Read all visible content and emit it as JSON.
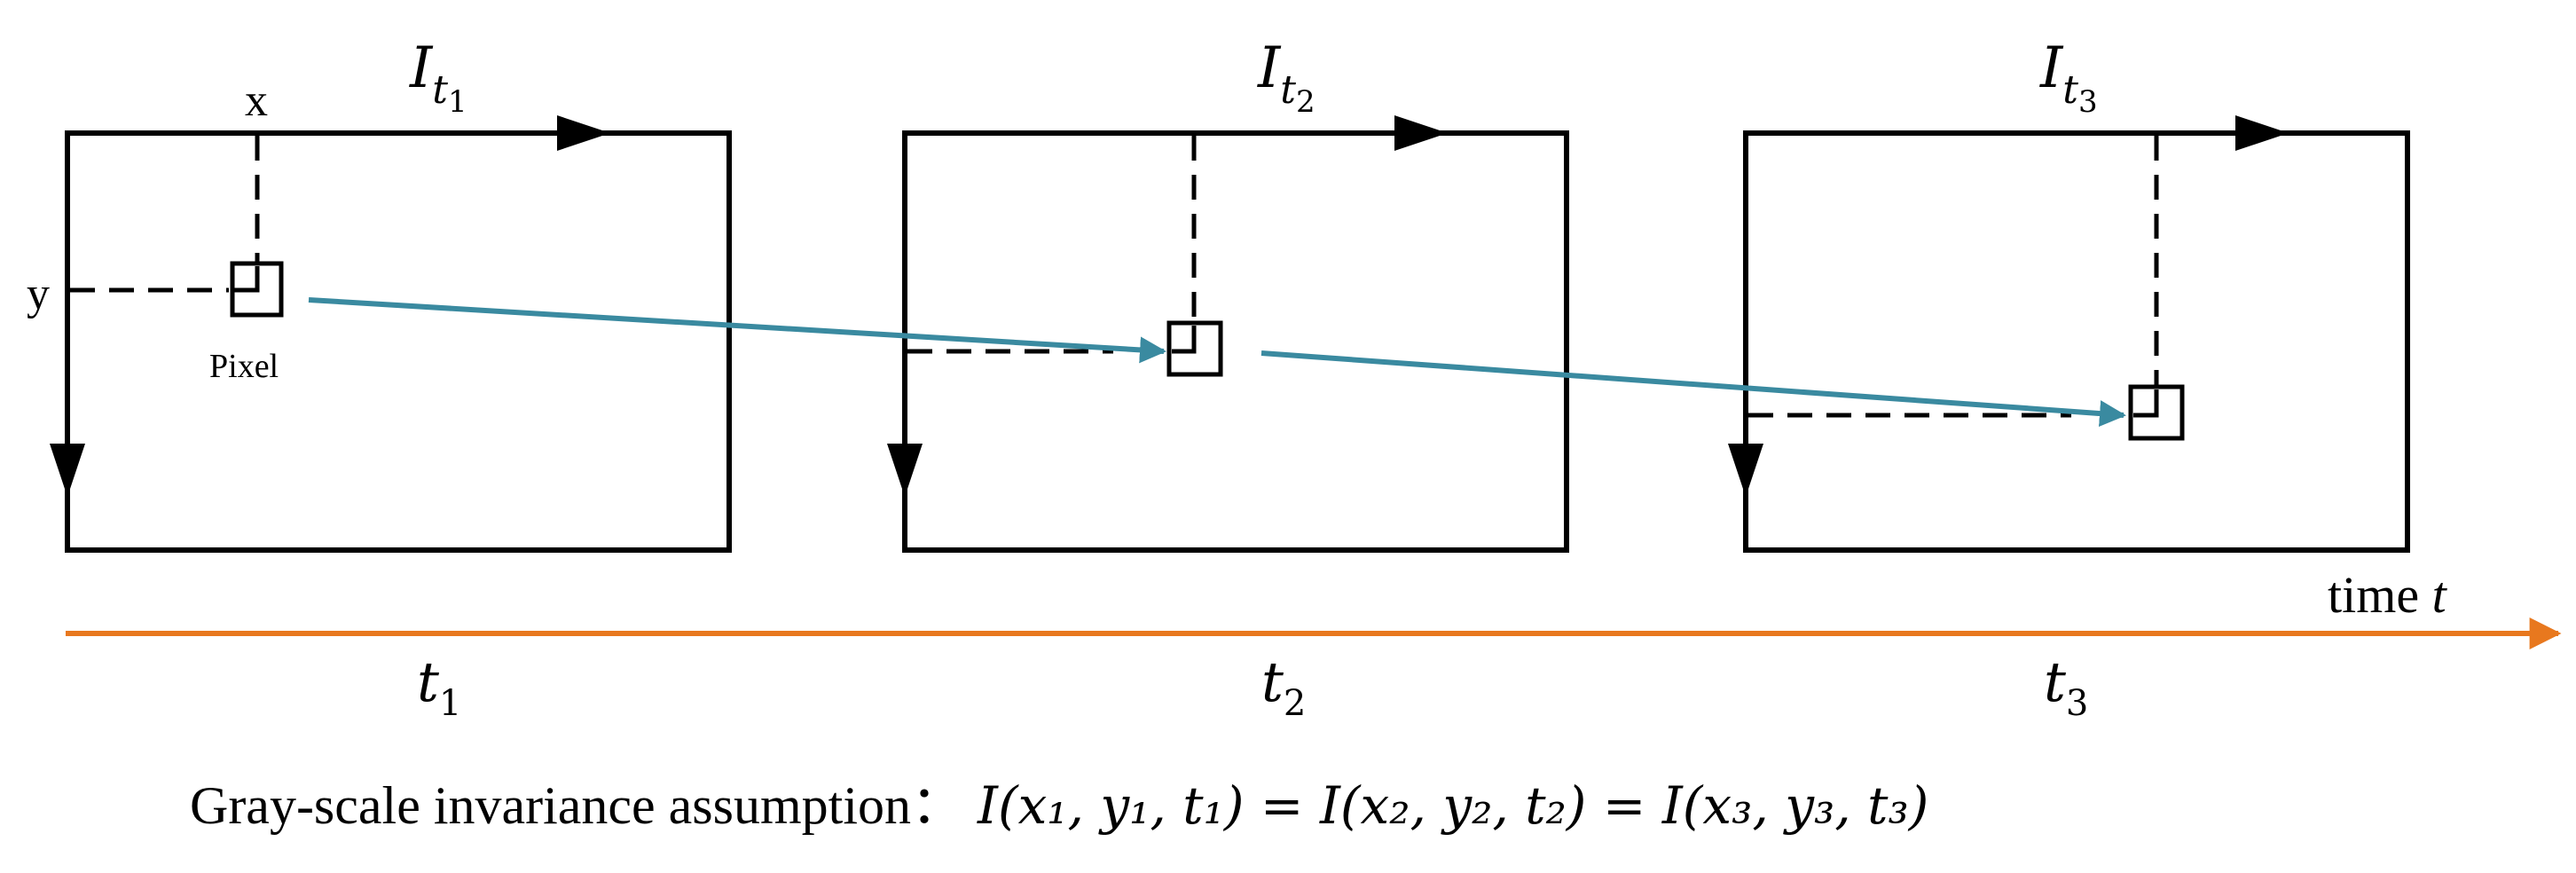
{
  "colors": {
    "frame": "#000000",
    "flow_arrow": "#3a8aa0",
    "time_axis": "#e8781e",
    "background": "#ffffff"
  },
  "frames": [
    {
      "id": "frame-1",
      "title_base": "I",
      "title_sub": "t",
      "title_subsub": "1",
      "time_base": "t",
      "time_sub": "1",
      "x_label": "x",
      "y_label": "y",
      "pixel_label": "Pixel"
    },
    {
      "id": "frame-2",
      "title_base": "I",
      "title_sub": "t",
      "title_subsub": "2",
      "time_base": "t",
      "time_sub": "2"
    },
    {
      "id": "frame-3",
      "title_base": "I",
      "title_sub": "t",
      "title_subsub": "3",
      "time_base": "t",
      "time_sub": "3"
    }
  ],
  "time_axis": {
    "label_text": "time ",
    "label_var": "t"
  },
  "equation": {
    "prefix": "Gray-scale invariance assumption：",
    "formula_display": "I(x₁, y₁, t₁) = I(x₂, y₂, t₂) = I(x₃, y₃, t₃)",
    "terms": [
      {
        "x": "x",
        "x_sub": "1",
        "y": "y",
        "y_sub": "1",
        "t": "t",
        "t_sub": "1"
      },
      {
        "x": "x",
        "x_sub": "2",
        "y": "y",
        "y_sub": "2",
        "t": "t",
        "t_sub": "2"
      },
      {
        "x": "x",
        "x_sub": "3",
        "y": "y",
        "y_sub": "3",
        "t": "t",
        "t_sub": "3"
      }
    ]
  }
}
